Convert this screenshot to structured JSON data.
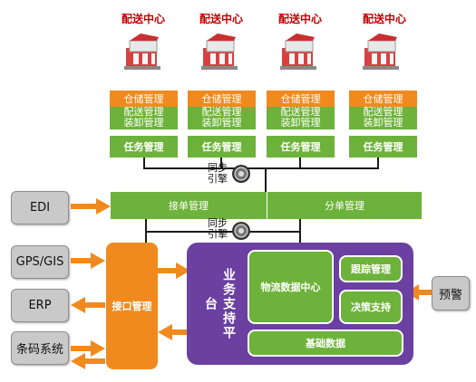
{
  "distribution_centers": [
    {
      "title": "配送中心",
      "stack": [
        "仓储管理",
        "配送管理",
        "装卸管理"
      ],
      "task": "任务管理"
    },
    {
      "title": "配送中心",
      "stack": [
        "仓储管理",
        "配送管理",
        "装卸管理"
      ],
      "task": "任务管理"
    },
    {
      "title": "配送中心",
      "stack": [
        "仓储管理",
        "配送管理",
        "装卸管理"
      ],
      "task": "任务管理"
    },
    {
      "title": "配送中心",
      "stack": [
        "仓储管理",
        "配送管理",
        "装卸管理"
      ],
      "task": "任务管理"
    }
  ],
  "sync_gear_top": {
    "line1": "同步",
    "line2": "引擎"
  },
  "sync_gear_mid": {
    "line1": "同步",
    "line2": "引擎"
  },
  "order_bar": {
    "receive": "接单管理",
    "split": "分单管理"
  },
  "external_systems": {
    "edi": "EDI",
    "gps": "GPS/GIS",
    "erp": "ERP",
    "barcode": "条码系统"
  },
  "interface": "接口管理",
  "platform": {
    "label": "业务支持平台",
    "logistics_center": "物流数据中心",
    "tracking": "跟踪管理",
    "decision": "决策支持",
    "base_data": "基础数据"
  },
  "alert": "预警",
  "colors": {
    "orange": "#f08a1e",
    "green": "#6db23a",
    "purple": "#6b40a0",
    "grey": "#c9c9c9"
  }
}
